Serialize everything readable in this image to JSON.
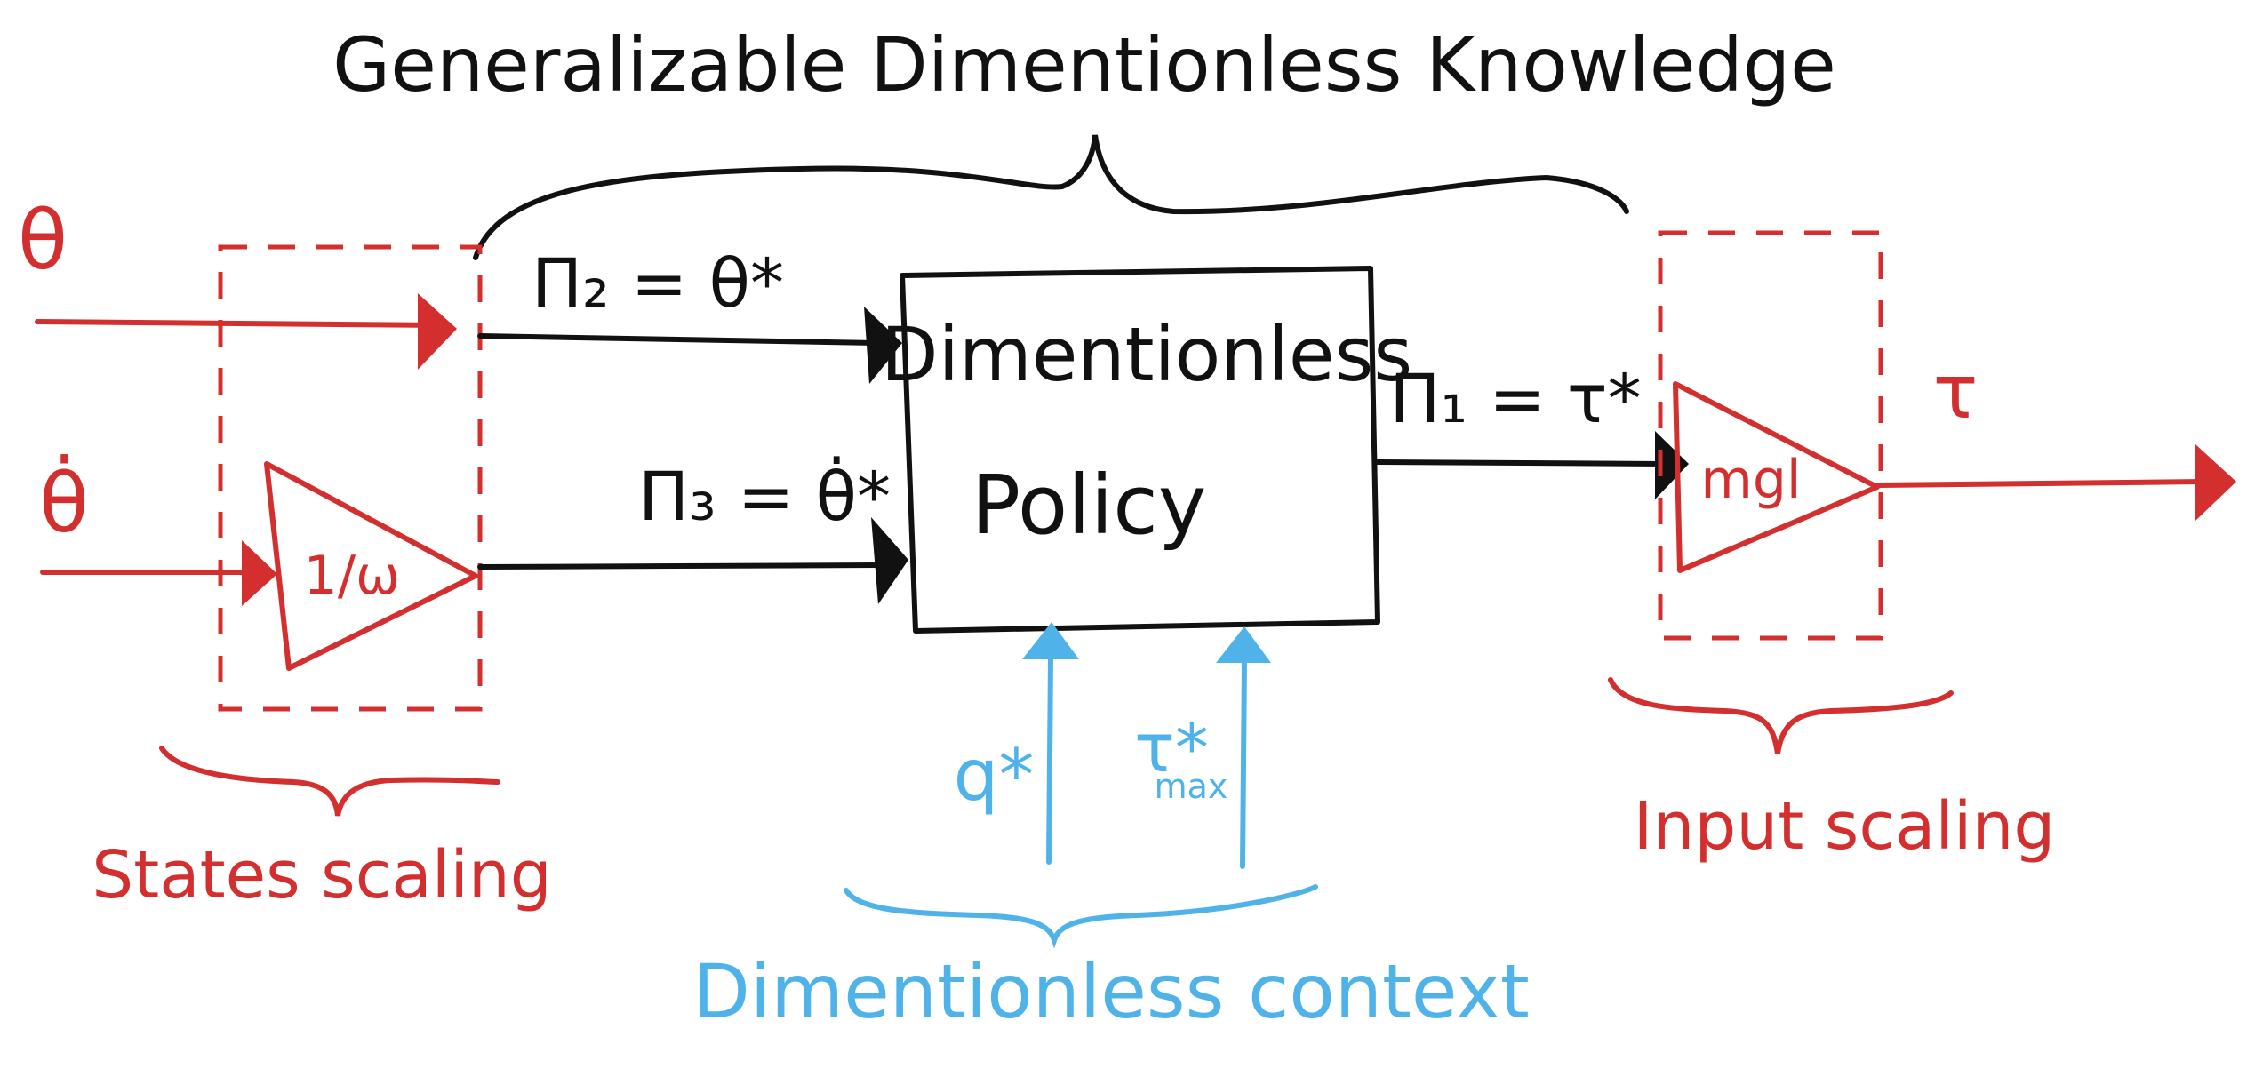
{
  "title": "Generalizable Dimentionless Knowledge",
  "colors": {
    "scaling": "#d32f2f",
    "core": "#111111",
    "context": "#4fb3ea"
  },
  "inputs": {
    "theta": "θ",
    "theta_dot": "θ̇"
  },
  "signals": {
    "pi2": "Π₂ = θ*",
    "pi3": "Π₃ = θ̇*",
    "pi1": "Π₁ = τ*",
    "output": "τ"
  },
  "gains": {
    "state_gain": "1/ω",
    "input_gain": "mgl"
  },
  "policy": {
    "line1": "Dimentionless",
    "line2": "Policy"
  },
  "context": {
    "q_star": "q*",
    "tau_max_star": "τ*",
    "tau_max_sub": "max",
    "label": "Dimentionless context"
  },
  "labels": {
    "states_scaling": "States scaling",
    "input_scaling": "Input scaling"
  }
}
